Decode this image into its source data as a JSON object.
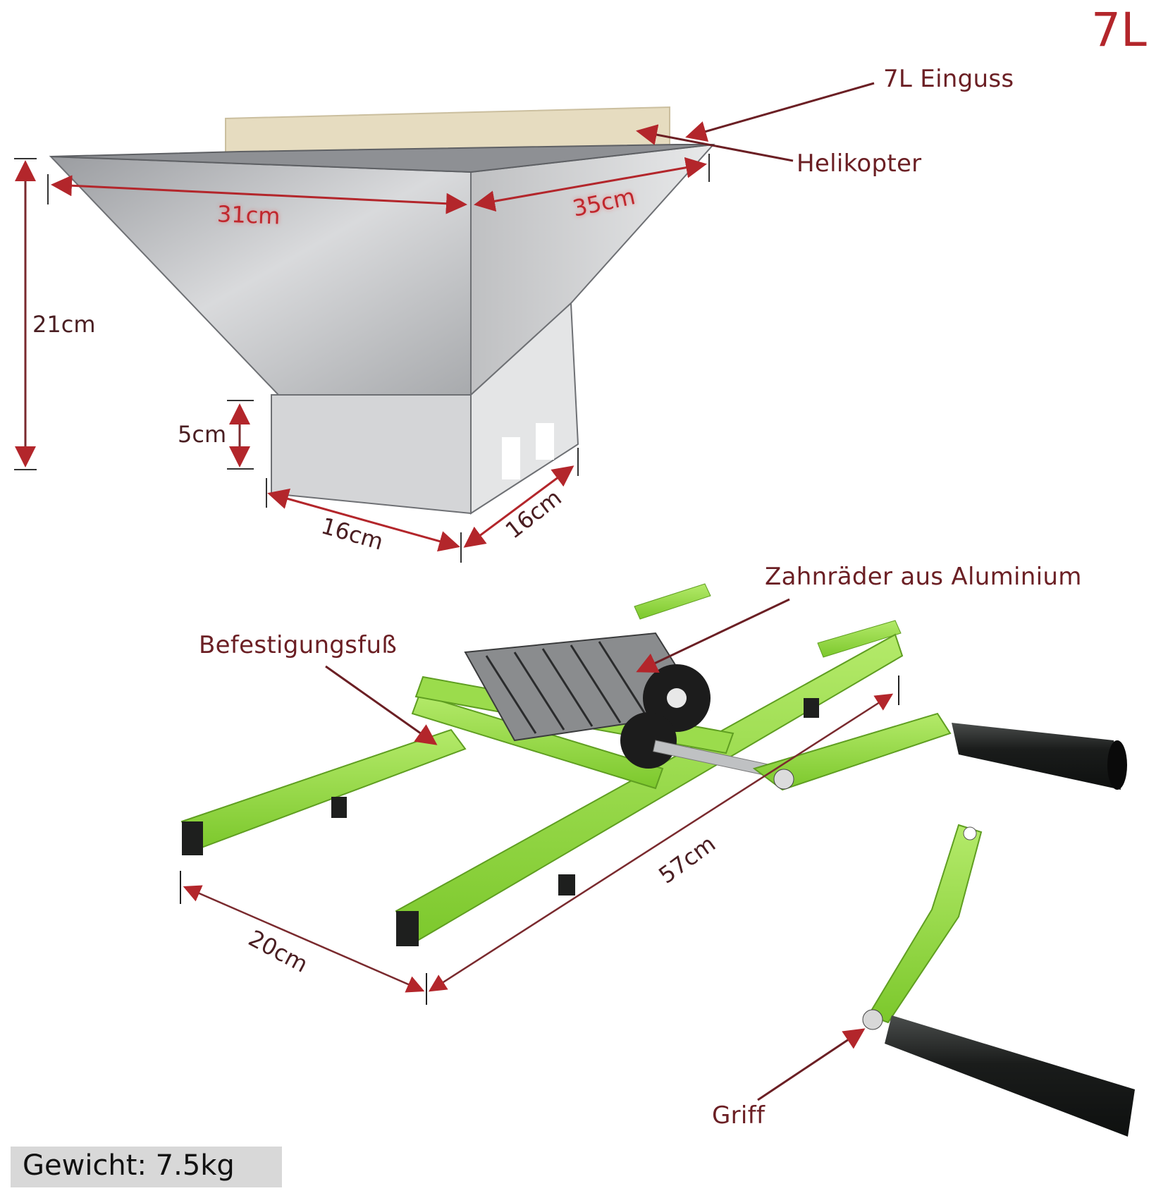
{
  "capacity_badge": "7L",
  "hopper": {
    "labels": {
      "inlet": "7L Einguss",
      "helicopter": "Helikopter"
    },
    "dimensions": {
      "top_length": "31cm",
      "top_width": "35cm",
      "height": "21cm",
      "outlet_height": "5cm",
      "outlet_length": "16cm",
      "outlet_width": "16cm"
    }
  },
  "crusher": {
    "labels": {
      "gears": "Zahnräder aus Aluminium",
      "mounting_foot": "Befestigungsfuß",
      "handle": "Griff"
    },
    "dimensions": {
      "frame_width": "20cm",
      "frame_length": "57cm"
    }
  },
  "weight": "Gewicht: 7.5kg",
  "colors": {
    "accent_red": "#b3262b",
    "label_text": "#6b1f24",
    "frame_green": "#8fd43a",
    "steel": "#c8c9cb",
    "handle_black": "#1c1f1e"
  }
}
